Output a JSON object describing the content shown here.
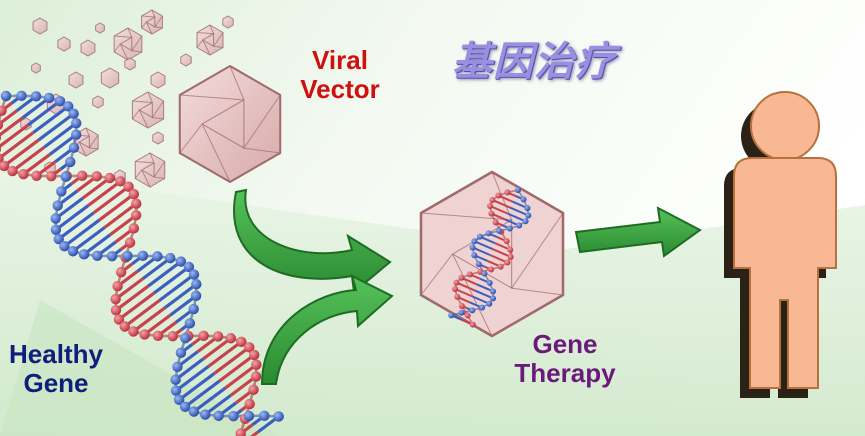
{
  "title": "基因治疗",
  "viral_vector": {
    "line1": "Viral",
    "line2": "Vector"
  },
  "gene_therapy": {
    "line1": "Gene",
    "line2": "Therapy"
  },
  "healthy_gene": {
    "line1": "Healthy",
    "line2": "Gene"
  },
  "icons": [
    "virus-particle-icon",
    "dna-helix-icon",
    "arrow-icon",
    "person-icon"
  ],
  "colors": {
    "viral_text": "#d00f0f",
    "gene_therapy_text": "#6b1a7c",
    "healthy_text": "#0f1e7a",
    "title_text": "#9a8ee0",
    "arrow_green": "#3a9a3c",
    "virus_fill": "#e6c2c2",
    "person_fill": "#f7b893",
    "dna_red": "#d8424d",
    "dna_blue": "#3b66c8"
  }
}
